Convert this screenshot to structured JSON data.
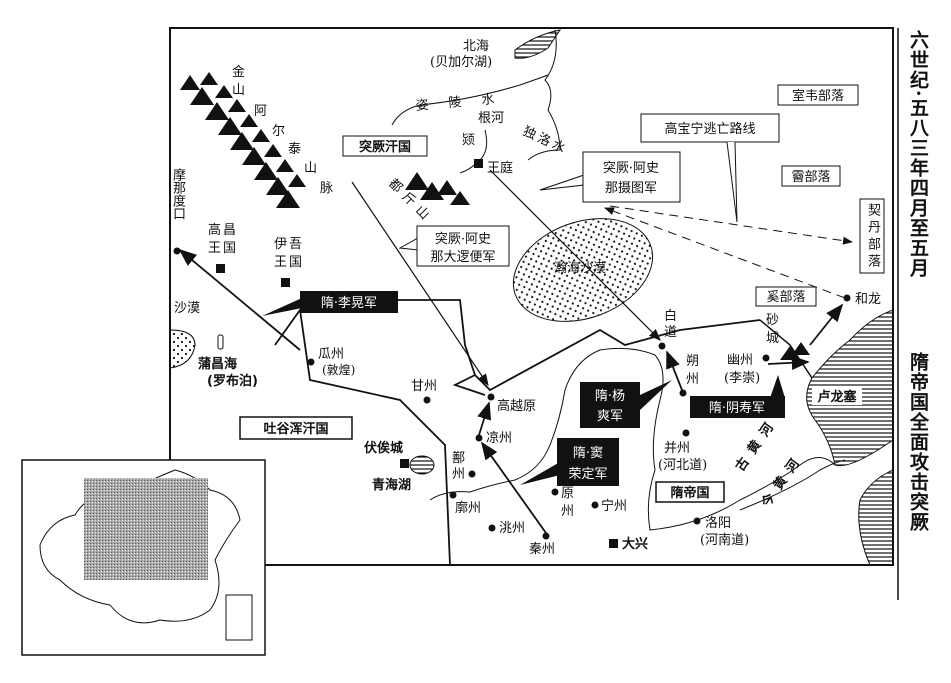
{
  "title": {
    "line1": "六世纪·五八三年四月至五月",
    "line2": "隋帝国全面攻击突厥"
  },
  "labels": {
    "beihai": "北海",
    "baikal": "(贝加尔湖)",
    "altai": "金山阿尔泰山脉",
    "zilingshui": "姿陵水",
    "genhe": "根河",
    "jiong": "颎",
    "duluoshui": "独洛水",
    "wangting": "王庭",
    "dujinshan": "都斤山",
    "monaduokou": "摩那度口",
    "gaochang": "高昌王国",
    "yiwu": "伊吾王国",
    "shamo": "沙漠",
    "puchanghai": "蒲昌海",
    "lopnur": "(罗布泊)",
    "guazhou": "瓜州",
    "dunhuang": "(敦煌)",
    "ganzhou": "甘州",
    "gaoyueyuan": "高越原",
    "liangzhou": "凉州",
    "fusicheng": "伏俟城",
    "qinghaihu": "青海湖",
    "shanzhou": "鄯州",
    "kuozhou": "廓州",
    "taozhou": "洮州",
    "qinzhou": "秦州",
    "yuanzhou": "原州",
    "ningzhou": "宁州",
    "daxing": "大兴",
    "baidao": "白道",
    "shuozhou": "朔州",
    "shacheng": "砂城",
    "youzhou": "幽州",
    "lichong": "(李崇)",
    "bingzhou": "并州",
    "hebeidao": "(河北道)",
    "luoyang": "洛阳",
    "henandao": "(河南道)",
    "helong": "和龙",
    "hanhai": "瀚海沙漠",
    "old_yellow_river": "古黄河",
    "new_yellow_river": "今黄河"
  },
  "boxes": {
    "tujue_khanate": "突厥汗国",
    "tuyuhun_khanate": "吐谷浑汗国",
    "sui_empire": "隋帝国",
    "shiwei": "室韦部落",
    "xi_tribe": "霫部落",
    "qidan": "契丹部落",
    "xi2_tribe": "奚部落",
    "lulongsai": "卢龙塞",
    "escape_route": "高宝宁逃亡路线",
    "tujue_daluobian": [
      "突厥·阿史",
      "那大逻便军"
    ],
    "tujue_shetu": [
      "突厥·阿史",
      "那摄图军"
    ],
    "sui_lihuang": "隋·李晃军",
    "sui_yangshuang": [
      "隋·杨",
      "爽军"
    ],
    "sui_dourongding": [
      "隋·窦",
      "荣定军"
    ],
    "sui_yinshou": "隋·阴寿军"
  }
}
